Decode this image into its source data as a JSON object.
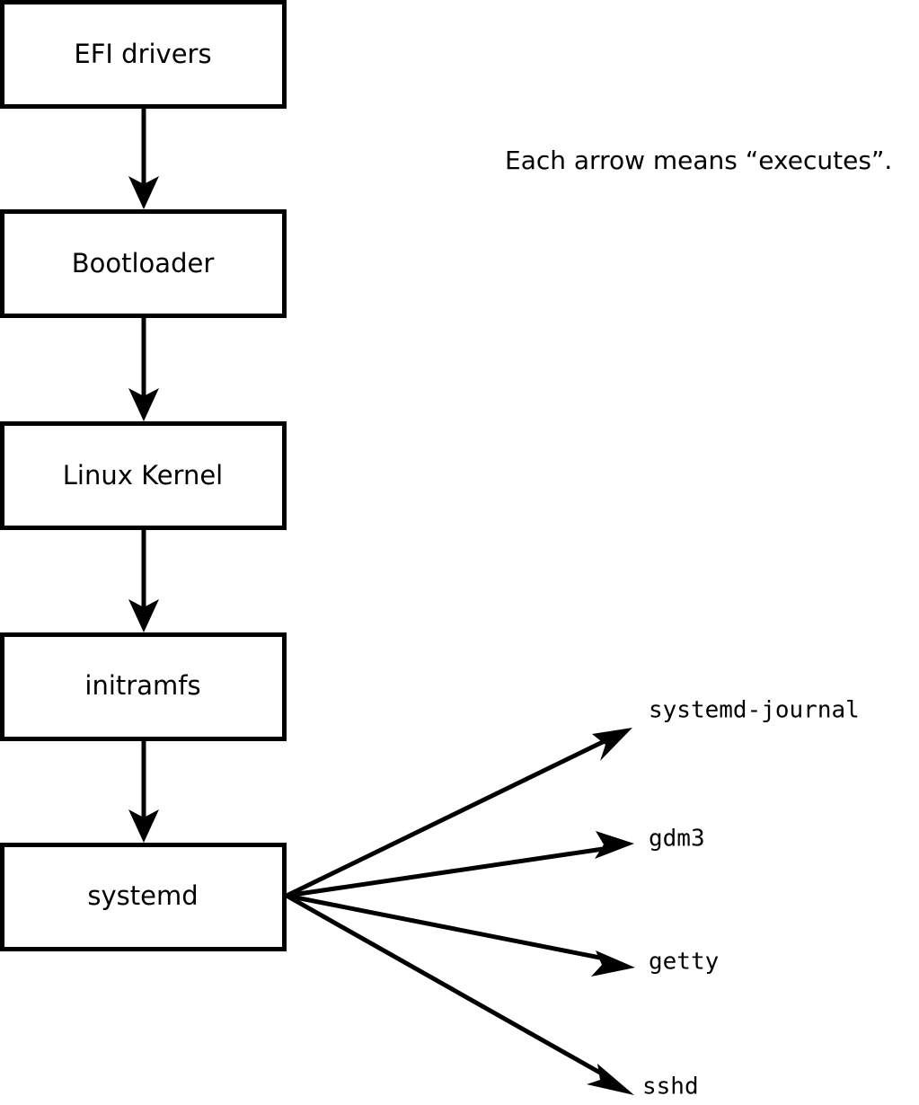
{
  "diagram": {
    "caption": "Each arrow means “executes”.",
    "boot_chain": [
      {
        "id": "efi-drivers",
        "label": "EFI drivers"
      },
      {
        "id": "bootloader",
        "label": "Bootloader"
      },
      {
        "id": "linux-kernel",
        "label": "Linux Kernel"
      },
      {
        "id": "initramfs",
        "label": "initramfs"
      },
      {
        "id": "systemd",
        "label": "systemd"
      }
    ],
    "services": [
      {
        "id": "systemd-journal",
        "label": "systemd-journal"
      },
      {
        "id": "gdm3",
        "label": "gdm3"
      },
      {
        "id": "getty",
        "label": "getty"
      },
      {
        "id": "sshd",
        "label": "sshd"
      }
    ],
    "edge_semantics": "executes",
    "colors": {
      "background": "#ffffff",
      "stroke": "#000000",
      "box_fill": "#ffffff",
      "text": "#000000"
    }
  }
}
